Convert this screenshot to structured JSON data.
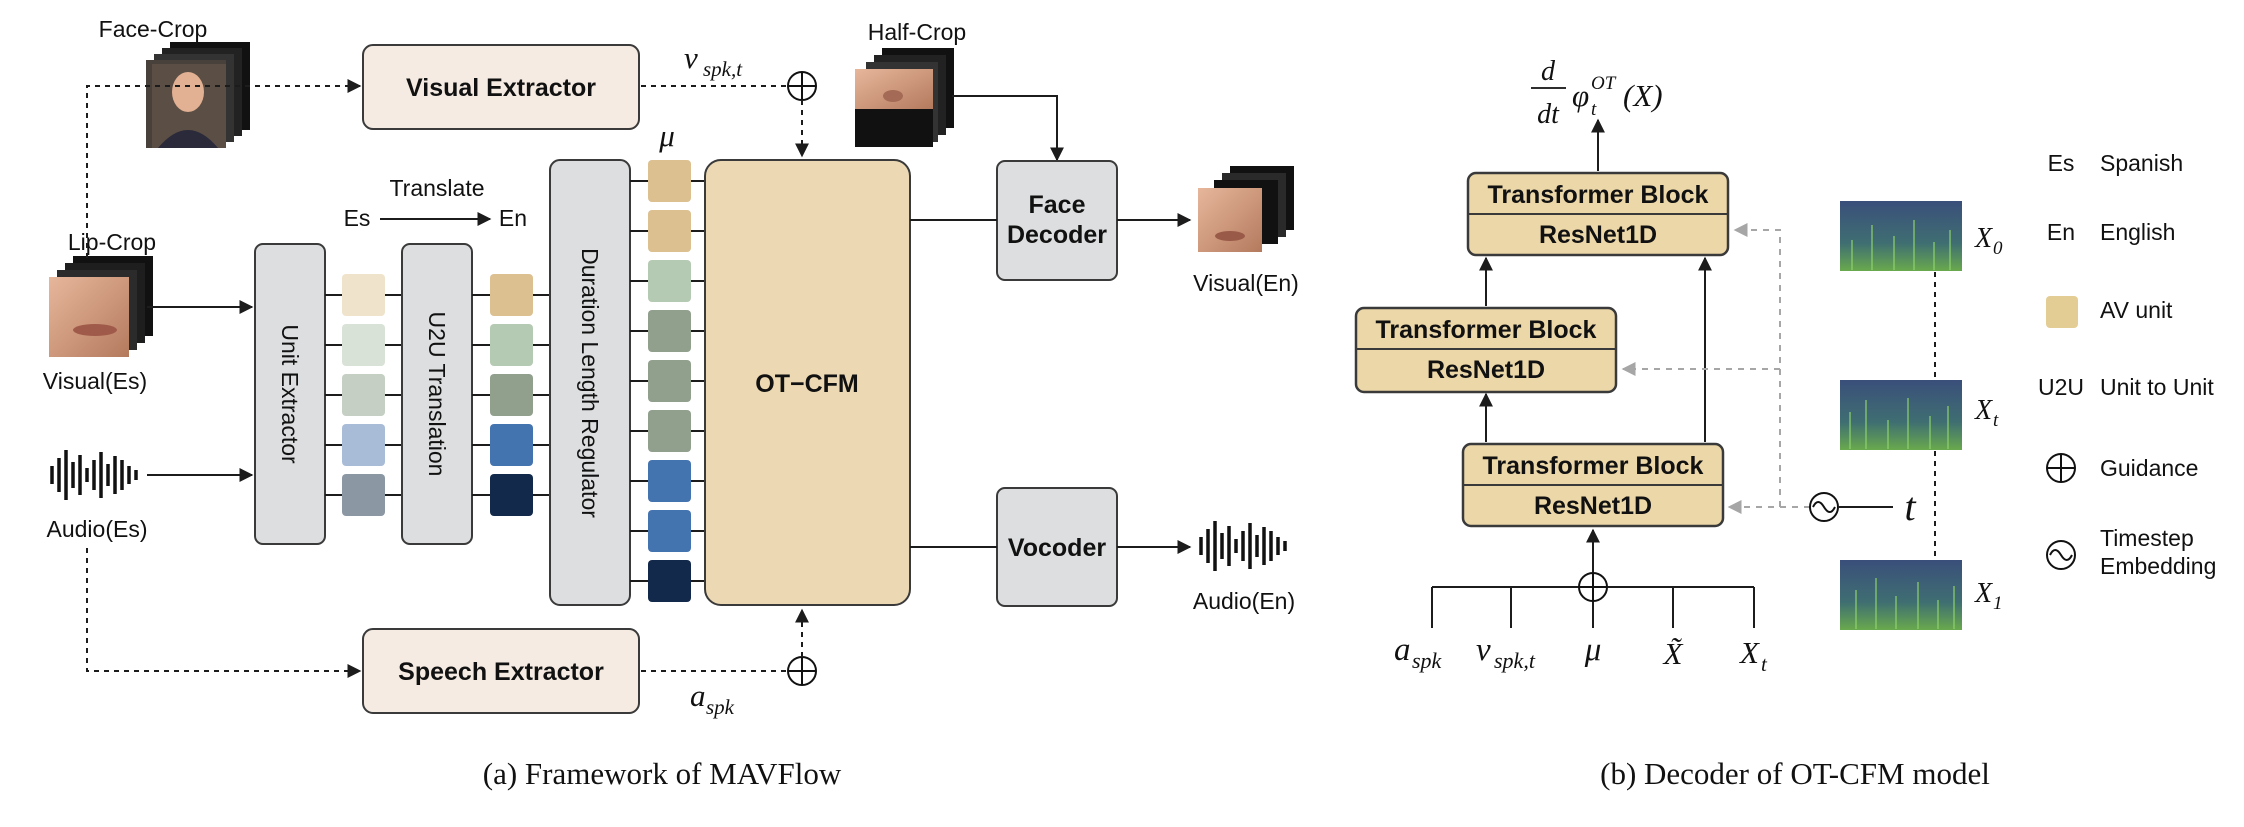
{
  "left_panel": {
    "caption": "(a) Framework of MAVFlow",
    "face_crop_label": "Face-Crop",
    "half_crop_label": "Half-Crop",
    "lip_crop_label": "Lip-Crop",
    "visual_es_label": "Visual(Es)",
    "audio_es_label": "Audio(Es)",
    "visual_extractor": "Visual Extractor",
    "speech_extractor": "Speech Extractor",
    "unit_extractor": "Unit Extractor",
    "u2u_translation": "U2U Translation",
    "duration_regulator": "Duration Length Regulator",
    "ot_cfm": "OT−CFM",
    "face_decoder_line1": "Face",
    "face_decoder_line2": "Decoder",
    "vocoder": "Vocoder",
    "visual_en_label": "Visual(En)",
    "audio_en_label": "Audio(En)",
    "translate_label": "Translate",
    "es_label": "Es",
    "en_label": "En",
    "v_spk_t": "v",
    "v_spk_t_sub": "spk,t",
    "a_spk": "a",
    "a_spk_sub": "spk",
    "mu": "μ",
    "guidance_symbol": "⊕",
    "colors": {
      "unit_column_1": [
        "#efe3cb",
        "#d9e2d6",
        "#c5cfc3",
        "#a8bcd8",
        "#8c97a4"
      ],
      "unit_column_2": [
        "#dcc08f",
        "#b5cab3",
        "#919f8d",
        "#4474b0",
        "#13294b"
      ],
      "unit_column_3": [
        "#dcc08f",
        "#dcc08f",
        "#b5cab3",
        "#919f8d",
        "#919f8d",
        "#919f8d",
        "#4474b0",
        "#4474b0",
        "#13294b"
      ]
    }
  },
  "right_panel": {
    "caption": "(b) Decoder of OT-CFM model",
    "output_label_d": "d",
    "output_label_dt": "dt",
    "output_label_phi": "φ",
    "output_label_sub": "t",
    "output_label_sup": "OT",
    "output_label_arg": "(X)",
    "blocks": [
      {
        "top": "Transformer Block",
        "bottom": "ResNet1D"
      },
      {
        "top": "Transformer Block",
        "bottom": "ResNet1D"
      },
      {
        "top": "Transformer Block",
        "bottom": "ResNet1D"
      }
    ],
    "inputs": [
      {
        "base": "a",
        "sub": "spk"
      },
      {
        "base": "v",
        "sub": "spk,t"
      },
      {
        "base": "μ",
        "sub": ""
      },
      {
        "base": "X̃",
        "sub": ""
      },
      {
        "base": "X",
        "sub": "t"
      }
    ],
    "t_label": "t",
    "spectrogram_labels": [
      {
        "base": "X",
        "sub": "0"
      },
      {
        "base": "X",
        "sub": "t"
      },
      {
        "base": "X",
        "sub": "1"
      }
    ]
  },
  "legend": {
    "items": [
      {
        "key": "Es",
        "value": "Spanish"
      },
      {
        "key": "En",
        "value": "English"
      },
      {
        "key": "",
        "value": "AV unit"
      },
      {
        "key": "U2U",
        "value": "Unit to Unit"
      },
      {
        "key": "",
        "value": "Guidance"
      },
      {
        "key": "",
        "value": "Timestep"
      }
    ],
    "timestep_line2": "Embedding",
    "av_unit_color": "#e4cd95"
  }
}
